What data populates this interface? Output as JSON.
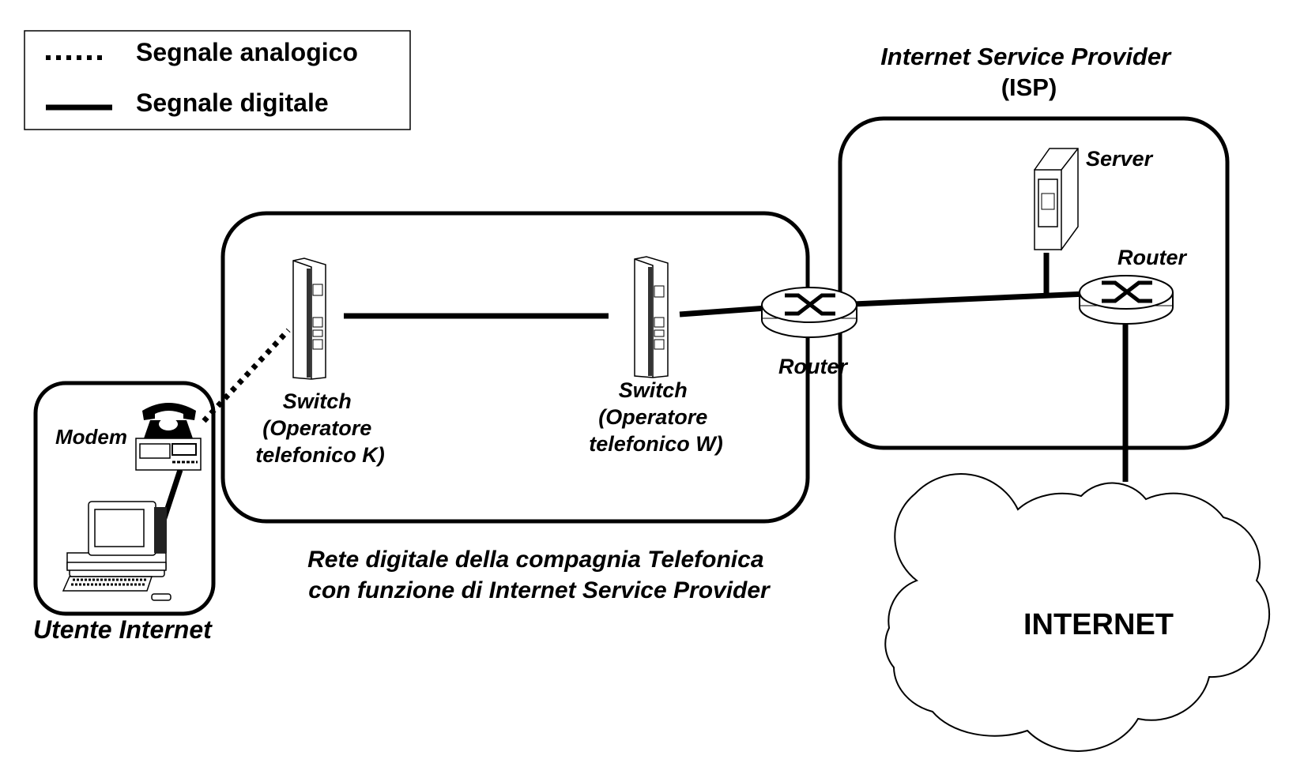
{
  "legend": {
    "items": [
      {
        "style": "dotted",
        "label": "Segnale analogico"
      },
      {
        "style": "solid",
        "label": "Segnale digitale"
      }
    ]
  },
  "user": {
    "title": "Utente Internet",
    "modem_label": "Modem"
  },
  "telco": {
    "switch_k": [
      "Switch",
      "(Operatore",
      "telefonico K)"
    ],
    "switch_w": [
      "Switch",
      "(Operatore",
      "telefonico W)"
    ],
    "caption": [
      "Rete digitale della compagnia Telefonica",
      "con funzione di Internet Service Provider"
    ]
  },
  "isp": {
    "title": [
      "Internet Service Provider",
      "(ISP)"
    ],
    "server_label": "Server",
    "router_label": "Router"
  },
  "edge_router_label": "Router",
  "internet_label": "INTERNET",
  "colors": {
    "ink": "#000000",
    "background": "#ffffff"
  }
}
